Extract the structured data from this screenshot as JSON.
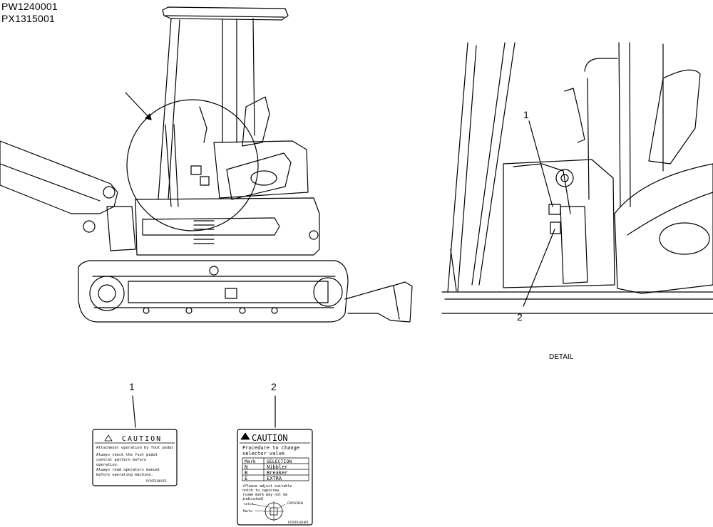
{
  "header": {
    "part_codes": [
      "PW1240001",
      "PX1315001"
    ]
  },
  "detail_view": {
    "label": "DETAIL",
    "callouts": [
      "1",
      "2"
    ]
  },
  "labels": [
    {
      "number": "1",
      "title": "CAUTION",
      "heading": "Attachment operation by foot pedal",
      "lines": [
        "Always check the foot pedal",
        "control pattern before",
        "operation.",
        "Always read operators manual",
        "before operating machine."
      ],
      "code": "PY20T01092P1"
    },
    {
      "number": "2",
      "title": "CAUTION",
      "lines": [
        "Procedure to change",
        "selector valve"
      ],
      "table": {
        "headers": [
          "Mark",
          "SELECTION"
        ],
        "rows": [
          [
            "N",
            "Nibbler"
          ],
          [
            "B",
            "Breaker"
          ],
          [
            "E",
            "EXTRA"
          ]
        ]
      },
      "notes": [
        "•Please adjust suitable",
        "notch to capscrew.",
        "(some mark may not be",
        "indicated)"
      ],
      "diagram_labels": [
        "notch",
        "CAPSCREW",
        "Marks"
      ],
      "code": "PZ20T01010P1"
    }
  ]
}
